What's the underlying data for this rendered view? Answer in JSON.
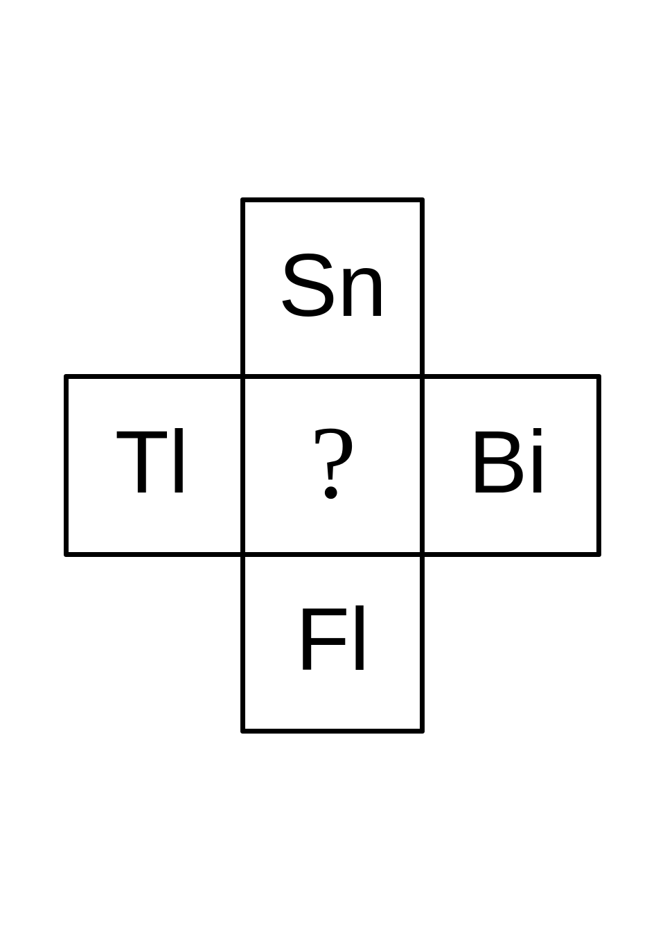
{
  "grid": {
    "top": {
      "label": "Sn"
    },
    "left": {
      "label": "Tl"
    },
    "center": {
      "label": "?"
    },
    "right": {
      "label": "Bi"
    },
    "bottom": {
      "label": "Fl"
    }
  },
  "colors": {
    "stroke": "#000000",
    "background": "#ffffff"
  }
}
